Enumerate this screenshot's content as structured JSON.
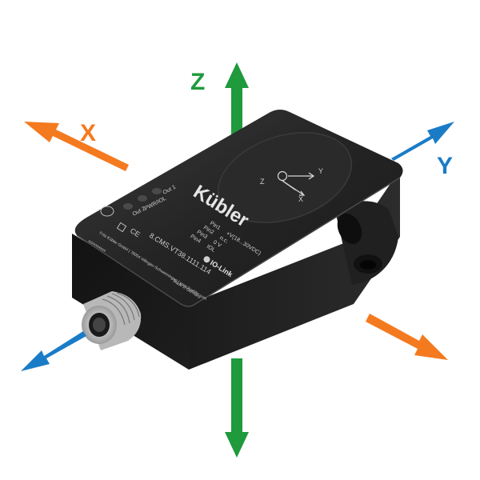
{
  "axes": {
    "z_label": "Z",
    "x_label": "X",
    "y_label": "Y",
    "colors": {
      "x": "#f47a1f",
      "y": "#1a7cc7",
      "z": "#1f9a3c"
    }
  },
  "device": {
    "brand": "Kübler",
    "dial": {
      "z": "Z",
      "x": "X",
      "y": "Y"
    },
    "leds": {
      "out1": "Out 1",
      "pwr": "PWR/IOL",
      "out2": "Out 2"
    },
    "pins": {
      "pin1": "Pin1",
      "pin1_val": "+V(18...30VDC)",
      "pin2": "Pin2",
      "pin2_val": "n.c.",
      "pin3": "Pin3",
      "pin3_val": "0 V",
      "pin4": "Pin4",
      "pin4_val": "IOL"
    },
    "model": "8.CMS.VT38.1111.114",
    "io_link": "IO-Link",
    "ce": "CE",
    "address": "Fritz Kübler GmbH | 78054 Villingen-Schwenningen | www.kuebler.com",
    "made_in": "Made in Germany",
    "serial": "xxxxxxxxxx"
  }
}
